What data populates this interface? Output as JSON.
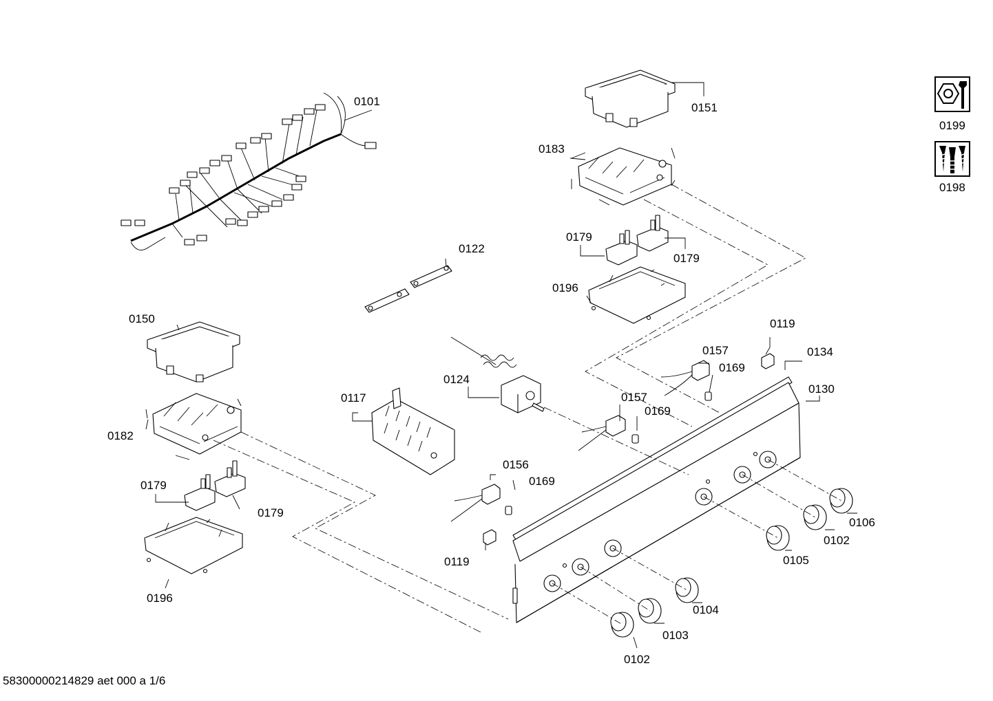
{
  "labels": {
    "p0101": "0101",
    "p0151": "0151",
    "p0183": "0183",
    "p0179a": "0179",
    "p0179b": "0179",
    "p0196a": "0196",
    "p0122": "0122",
    "p0150": "0150",
    "p0182": "0182",
    "p0179c": "0179",
    "p0179d": "0179",
    "p0196b": "0196",
    "p0117": "0117",
    "p0124": "0124",
    "p0119a": "0119",
    "p0134": "0134",
    "p0157a": "0157",
    "p0169a": "0169",
    "p0157b": "0157",
    "p0169b": "0169",
    "p0130": "0130",
    "p0156": "0156",
    "p0169c": "0169",
    "p0119b": "0119",
    "p0106": "0106",
    "p0102a": "0102",
    "p0105": "0105",
    "p0104": "0104",
    "p0103": "0103",
    "p0102b": "0102",
    "p0199": "0199",
    "p0198": "0198"
  },
  "icons": {
    "service": "wrench-nut-icon",
    "screws": "screw-set-icon"
  },
  "footer": "58300000214829 aet 000 a 1/6"
}
